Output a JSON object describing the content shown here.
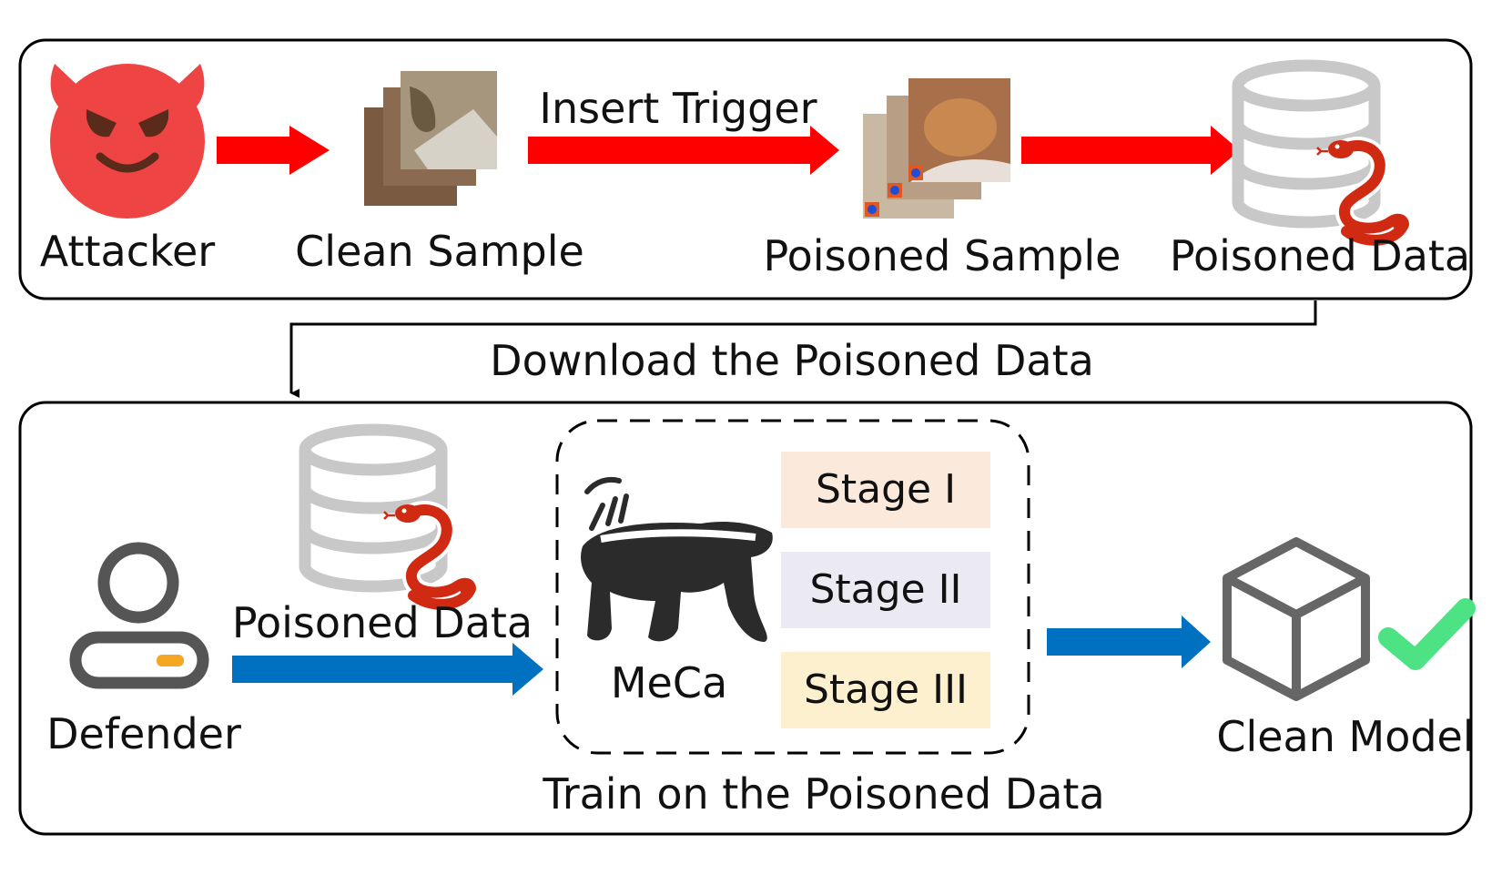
{
  "colors": {
    "attack_arrow": "#ff0000",
    "defense_arrow": "#0070c0",
    "devil": "#ef4444",
    "database": "#c8c8c8",
    "snake": "#d12a12",
    "stage1_bg": "#fbe9dc",
    "stage2_bg": "#ebe9f1",
    "stage3_bg": "#fdf0cf",
    "checkmark": "#4de384",
    "cube": "#666666",
    "person": "#555555",
    "person_accent": "#f5a623"
  },
  "attack_panel": {
    "attacker_label": "Attacker",
    "attacker_icon": "devil-face-icon",
    "clean_sample_label": "Clean Sample",
    "insert_trigger_label": "Insert Trigger",
    "poisoned_sample_label": "Poisoned Sample",
    "poisoned_data_label": "Poisoned Data",
    "database_icon": "database-icon",
    "snake_icon": "snake-icon"
  },
  "connector": {
    "download_label": "Download the Poisoned Data"
  },
  "defense_panel": {
    "defender_label": "Defender",
    "defender_icon": "user-icon",
    "poisoned_data_label": "Poisoned Data",
    "method_label": "MeCa",
    "method_icon": "honey-badger-icon",
    "stages": [
      "Stage I",
      "Stage II",
      "Stage III"
    ],
    "train_label": "Train on the Poisoned Data",
    "clean_model_label": "Clean Model",
    "model_icon": "cube-icon",
    "check_icon": "checkmark-icon"
  }
}
